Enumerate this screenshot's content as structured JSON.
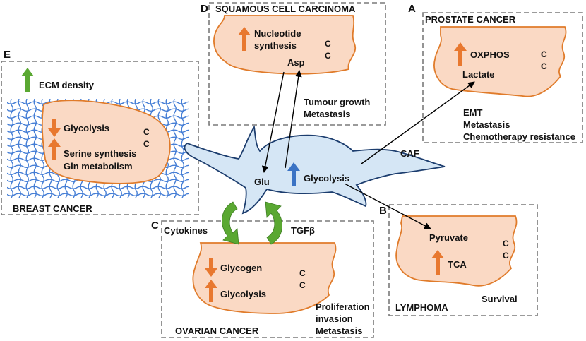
{
  "colors": {
    "up_arrow": "#e8782f",
    "down_arrow": "#e8782f",
    "caf_arrow": "#3b73c4",
    "ecm_arrow": "#5aa832",
    "cycle_arrow": "#5aa832",
    "cell_fill": "#fad9c4",
    "cell_stroke": "#e07b2a",
    "caf_fill": "#d5e6f5",
    "caf_stroke": "#1c3d6e",
    "ecm_mesh": "#2f6fd0"
  },
  "panels": {
    "A": {
      "letter": "A",
      "title": "PROSTATE CANCER",
      "up_label": "OXPHOS",
      "metabolite": "Lactate",
      "nucleus_1": "C",
      "nucleus_2": "C",
      "outcome_1": "EMT",
      "outcome_2": "Metastasis",
      "outcome_3": "Chemotherapy resistance"
    },
    "B": {
      "letter": "B",
      "title": "LYMPHOMA",
      "metabolite": "Pyruvate",
      "up_label": "TCA",
      "nucleus_1": "C",
      "nucleus_2": "C",
      "outcome_1": "Survival"
    },
    "C": {
      "letter": "C",
      "title": "OVARIAN CANCER",
      "cytokines": "Cytokines",
      "tgf": "TGFβ",
      "down_label": "Glycogen",
      "up_label": "Glycolysis",
      "nucleus_1": "C",
      "nucleus_2": "C",
      "outcome_1": "Proliferation",
      "outcome_2": "invasion",
      "outcome_3": "Metastasis"
    },
    "D": {
      "letter": "D",
      "title": "SQUAMOUS CELL CARCINOMA",
      "up_label_1": "Nucleotide",
      "up_label_2": "synthesis",
      "metabolite": "Asp",
      "nucleus_1": "C",
      "nucleus_2": "C",
      "outcome_1": "Tumour growth",
      "outcome_2": "Metastasis"
    },
    "E": {
      "letter": "E",
      "title": "BREAST CANCER",
      "ecm": "ECM density",
      "down_label": "Glycolysis",
      "up_label_1": "Serine synthesis",
      "up_label_2": "Gln metabolism",
      "nucleus_1": "C",
      "nucleus_2": "C"
    }
  },
  "caf": {
    "label": "CAF",
    "glu": "Glu",
    "glycolysis": "Glycolysis"
  }
}
